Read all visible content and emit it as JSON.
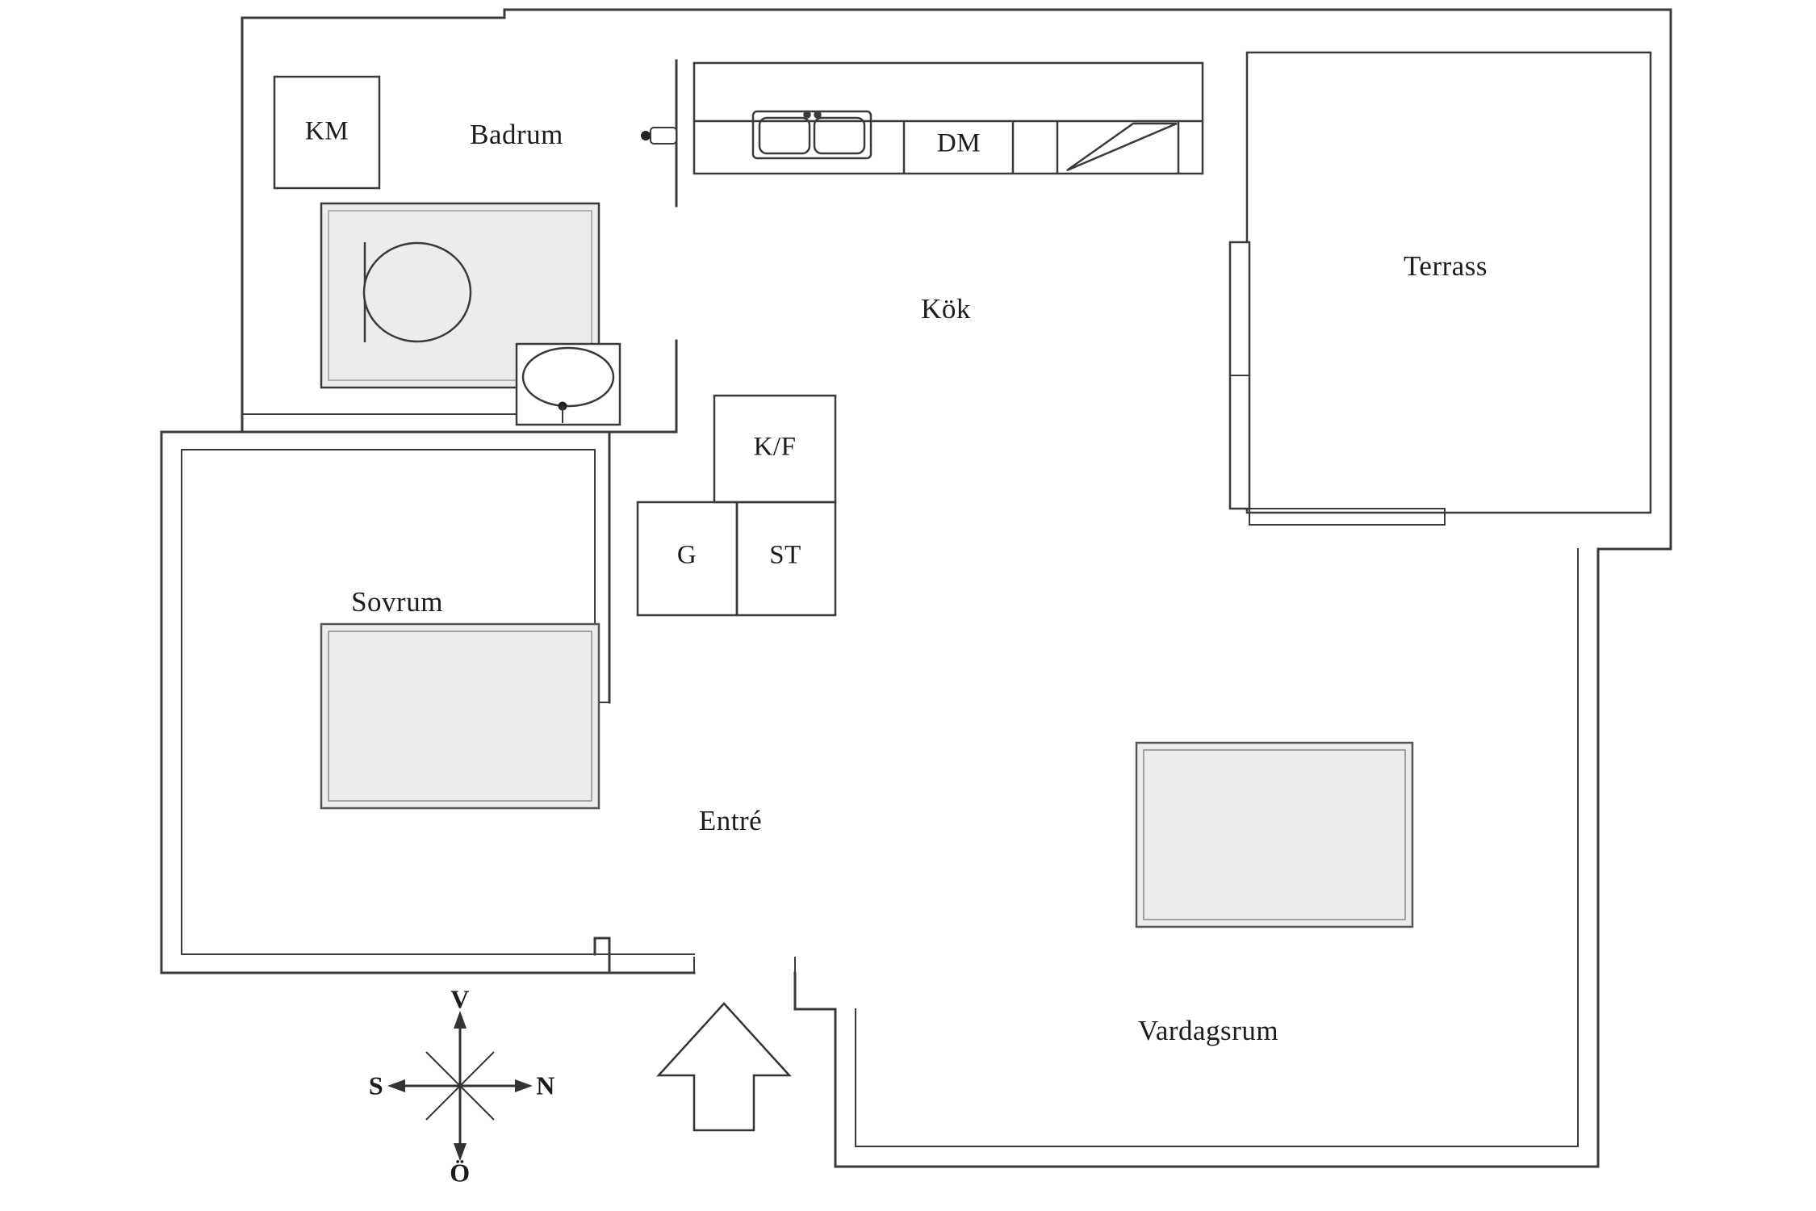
{
  "rooms": {
    "badrum": {
      "label": "Badrum"
    },
    "kok": {
      "label": "Kök"
    },
    "terrass": {
      "label": "Terrass"
    },
    "sovrum": {
      "label": "Sovrum"
    },
    "entre": {
      "label": "Entré"
    },
    "vardagsrum": {
      "label": "Vardagsrum"
    }
  },
  "fixtures": {
    "km": {
      "label": "KM"
    },
    "dm": {
      "label": "DM"
    },
    "kf": {
      "label": "K/F"
    },
    "g": {
      "label": "G"
    },
    "st": {
      "label": "ST"
    }
  },
  "compass": {
    "top": "V",
    "right": "N",
    "left": "S",
    "bottom": "Ö"
  },
  "colors": {
    "wall": "#3a3a3a",
    "detail": "#555555",
    "rug_fill": "#ececea",
    "background": "#ffffff",
    "text": "#1c1c1c"
  }
}
